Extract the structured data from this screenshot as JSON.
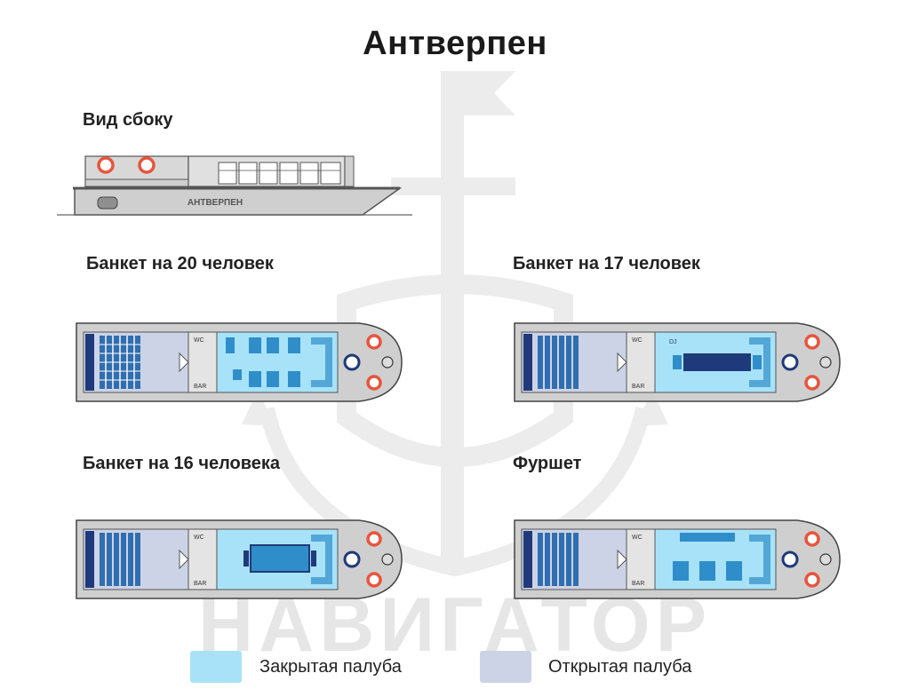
{
  "title": "Антверпен",
  "side_view": {
    "label": "Вид сбоку",
    "boat_name": "АНТВЕРПЕН"
  },
  "watermark": "НАВИГАТОР",
  "plans": [
    {
      "label": "Банкет на 20 человек"
    },
    {
      "label": "Банкет на 17 человек",
      "dj": "DJ"
    },
    {
      "label": "Банкет на 16 человека"
    },
    {
      "label": "Фуршет"
    }
  ],
  "plan_marks": {
    "wc": "WC",
    "bar": "BAR"
  },
  "legend": {
    "closed": {
      "label": "Закрытая палуба",
      "color": "#a8e2f8"
    },
    "open": {
      "label": "Открытая палуба",
      "color": "#cdd3e6"
    }
  },
  "colors": {
    "hull": "#cfcfcf",
    "hull_stroke": "#555555",
    "closed_deck": "#a8e2f8",
    "open_deck": "#cdd3e6",
    "seat": "#2f8ec9",
    "navy": "#1f3a7a",
    "lifebuoy": "#e8553d"
  }
}
